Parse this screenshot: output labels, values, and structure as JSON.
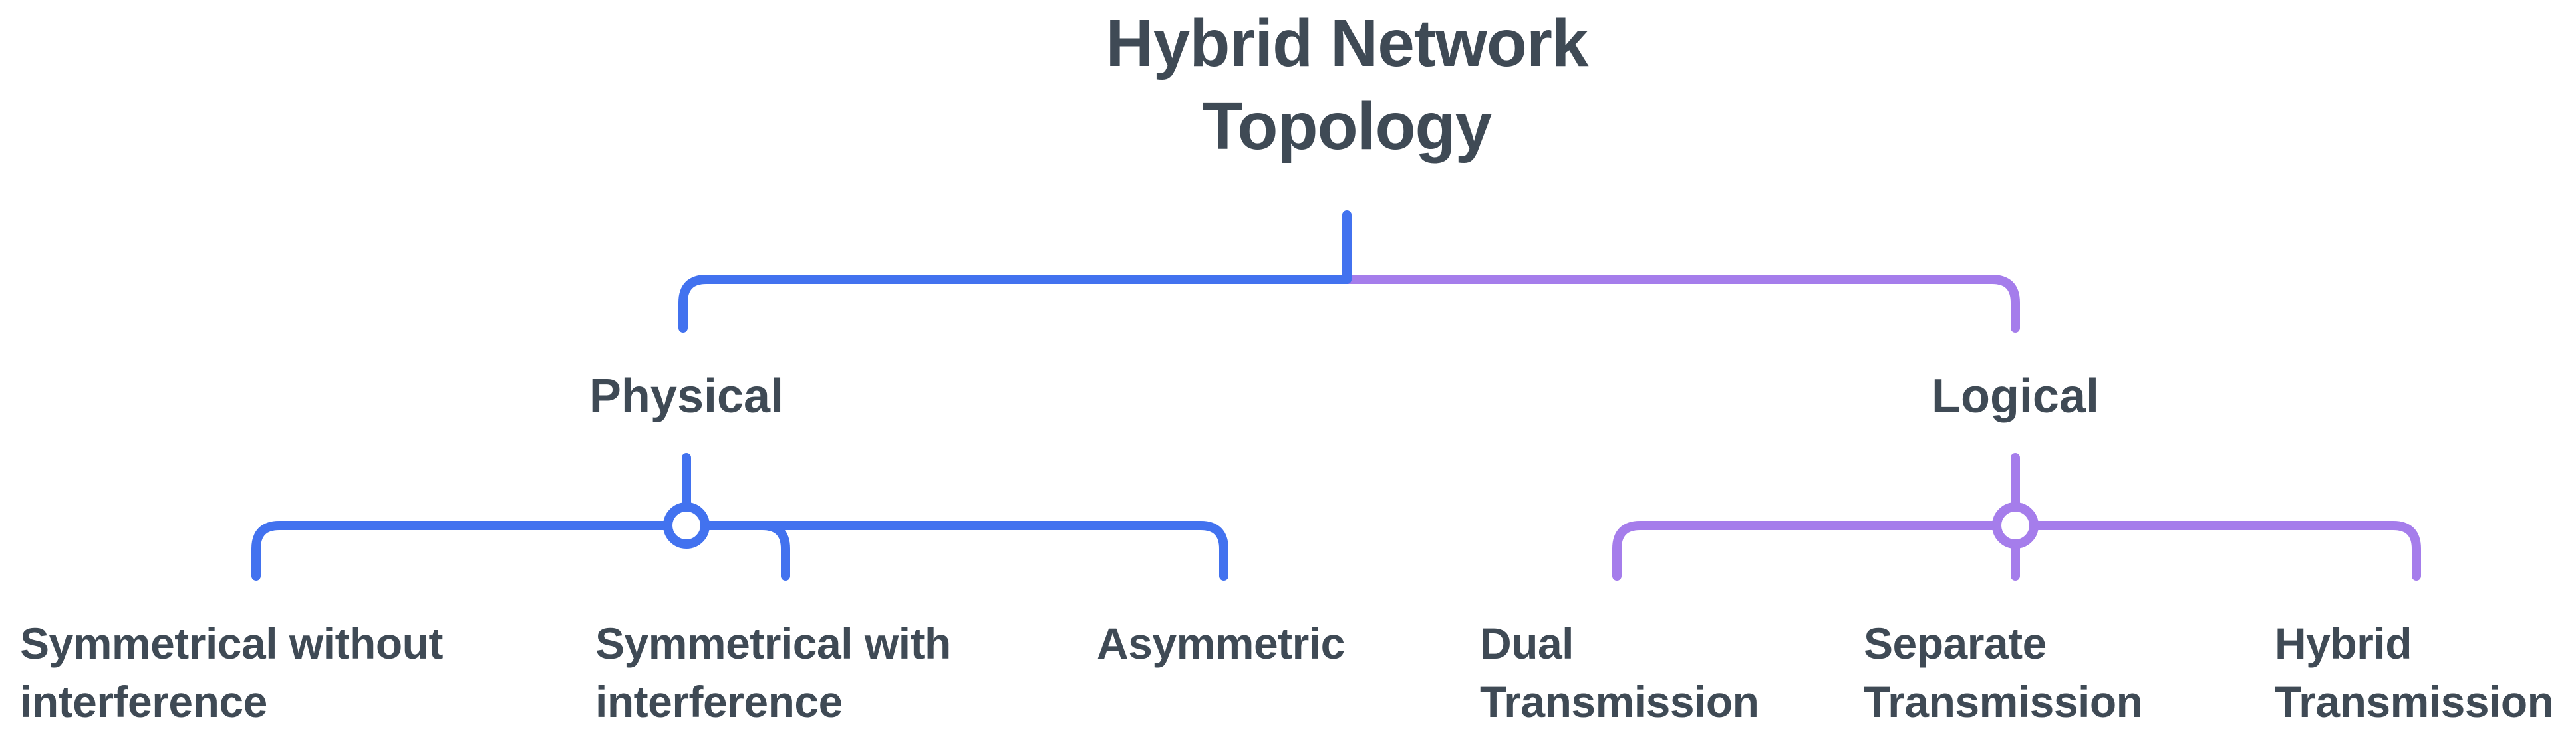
{
  "title": {
    "text": "Hybrid Network\nTopology"
  },
  "colors": {
    "physical_branch": "#4272EF",
    "logical_branch": "#A57DEB",
    "text": "#3F4A55",
    "node_fill": "#FFFFFF",
    "background": "#FFFFFF"
  },
  "tree": {
    "branches": [
      {
        "label": "Physical",
        "children": [
          {
            "label": "Symmetrical without\ninterference"
          },
          {
            "label": "Symmetrical with\ninterference"
          },
          {
            "label": "Asymmetric"
          }
        ]
      },
      {
        "label": "Logical",
        "children": [
          {
            "label": "Dual\nTransmission"
          },
          {
            "label": "Separate\nTransmission"
          },
          {
            "label": "Hybrid\nTransmission"
          }
        ]
      }
    ]
  }
}
